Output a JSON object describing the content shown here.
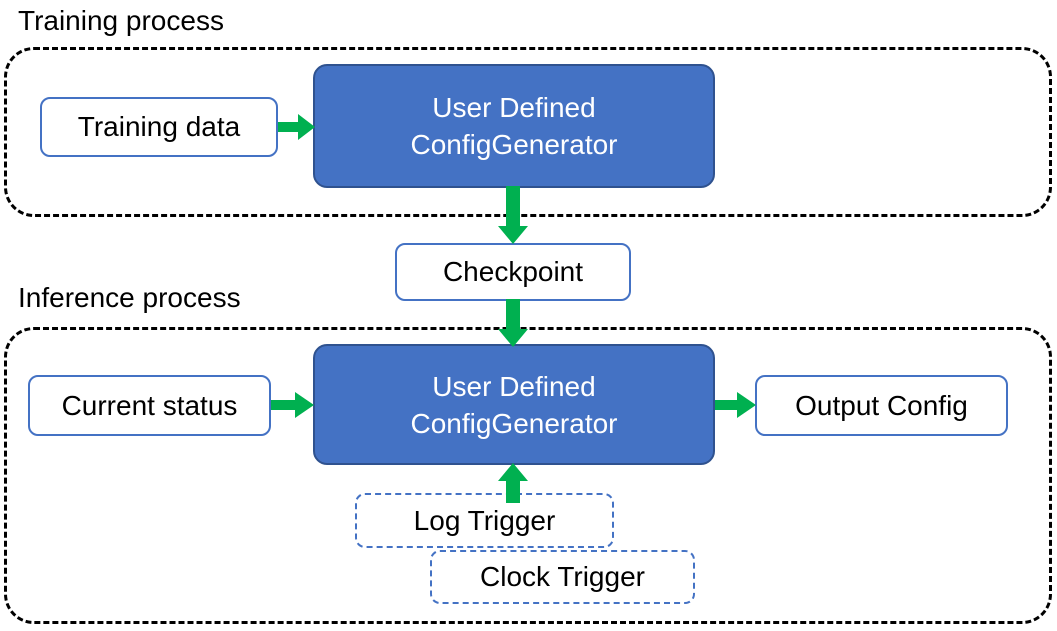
{
  "diagram": {
    "title_training": "Training process",
    "title_inference": "Inference process",
    "colors": {
      "node_fill_blue": "#4472C4",
      "node_border_blue": "#2F528F",
      "outline_blue": "#4472C4",
      "arrow_green": "#00B050",
      "container_border": "#000000",
      "text_dark": "#000000",
      "text_light": "#FFFFFF"
    }
  },
  "training_process": {
    "label": "Training process",
    "nodes": {
      "training_data": "Training data",
      "generator_line1": "User Defined",
      "generator_line2": "ConfigGenerator"
    }
  },
  "bridge": {
    "checkpoint": "Checkpoint"
  },
  "inference_process": {
    "label": "Inference process",
    "nodes": {
      "current_status": "Current status",
      "generator_line1": "User Defined",
      "generator_line2": "ConfigGenerator",
      "output_config": "Output Config",
      "log_trigger": "Log Trigger",
      "clock_trigger": "Clock Trigger"
    }
  },
  "edges": [
    {
      "name": "training-data-to-generator",
      "from": "Training data",
      "to": "User Defined ConfigGenerator",
      "direction": "right"
    },
    {
      "name": "generator-to-checkpoint",
      "from": "User Defined ConfigGenerator",
      "to": "Checkpoint",
      "direction": "down"
    },
    {
      "name": "checkpoint-to-generator",
      "from": "Checkpoint",
      "to": "User Defined ConfigGenerator",
      "direction": "down"
    },
    {
      "name": "current-status-to-generator",
      "from": "Current status",
      "to": "User Defined ConfigGenerator",
      "direction": "right"
    },
    {
      "name": "generator-to-output-config",
      "from": "User Defined ConfigGenerator",
      "to": "Output Config",
      "direction": "right"
    },
    {
      "name": "triggers-to-generator",
      "from": "Log Trigger / Clock Trigger",
      "to": "User Defined ConfigGenerator",
      "direction": "up"
    }
  ]
}
